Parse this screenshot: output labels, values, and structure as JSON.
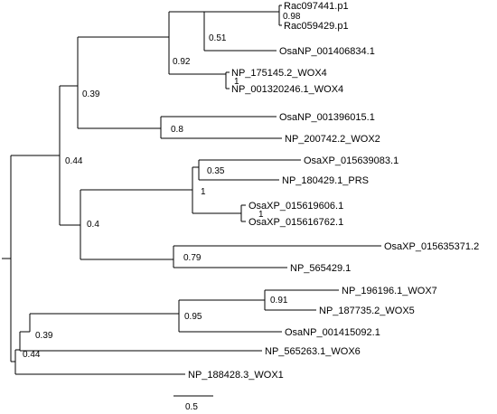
{
  "tree": {
    "leaves": [
      "Rac097441.p1",
      "Rac059429.p1",
      "OsaNP_001406834.1",
      "NP_175145.2_WOX4",
      "NP_001320246.1_WOX4",
      "OsaNP_001396015.1",
      "NP_200742.2_WOX2",
      "OsaXP_015639083.1",
      "NP_180429.1_PRS",
      "OsaXP_015619606.1",
      "OsaXP_015616762.1",
      "OsaXP_015635371.2",
      "NP_565429.1",
      "NP_196196.1_WOX7",
      "NP_187735.2_WOX5",
      "OsaNP_001415092.1",
      "NP_565263.1_WOX6",
      "NP_188428.3_WOX1"
    ],
    "support_values": [
      "0.98",
      "0.51",
      "0.92",
      "1",
      "0.39",
      "0.8",
      "0.44",
      "0.35",
      "1",
      "1",
      "0.4",
      "0.79",
      "0.91",
      "0.95",
      "0.39",
      "0.44"
    ],
    "scale_bar": {
      "label": "0.5",
      "length": 0.5
    }
  }
}
